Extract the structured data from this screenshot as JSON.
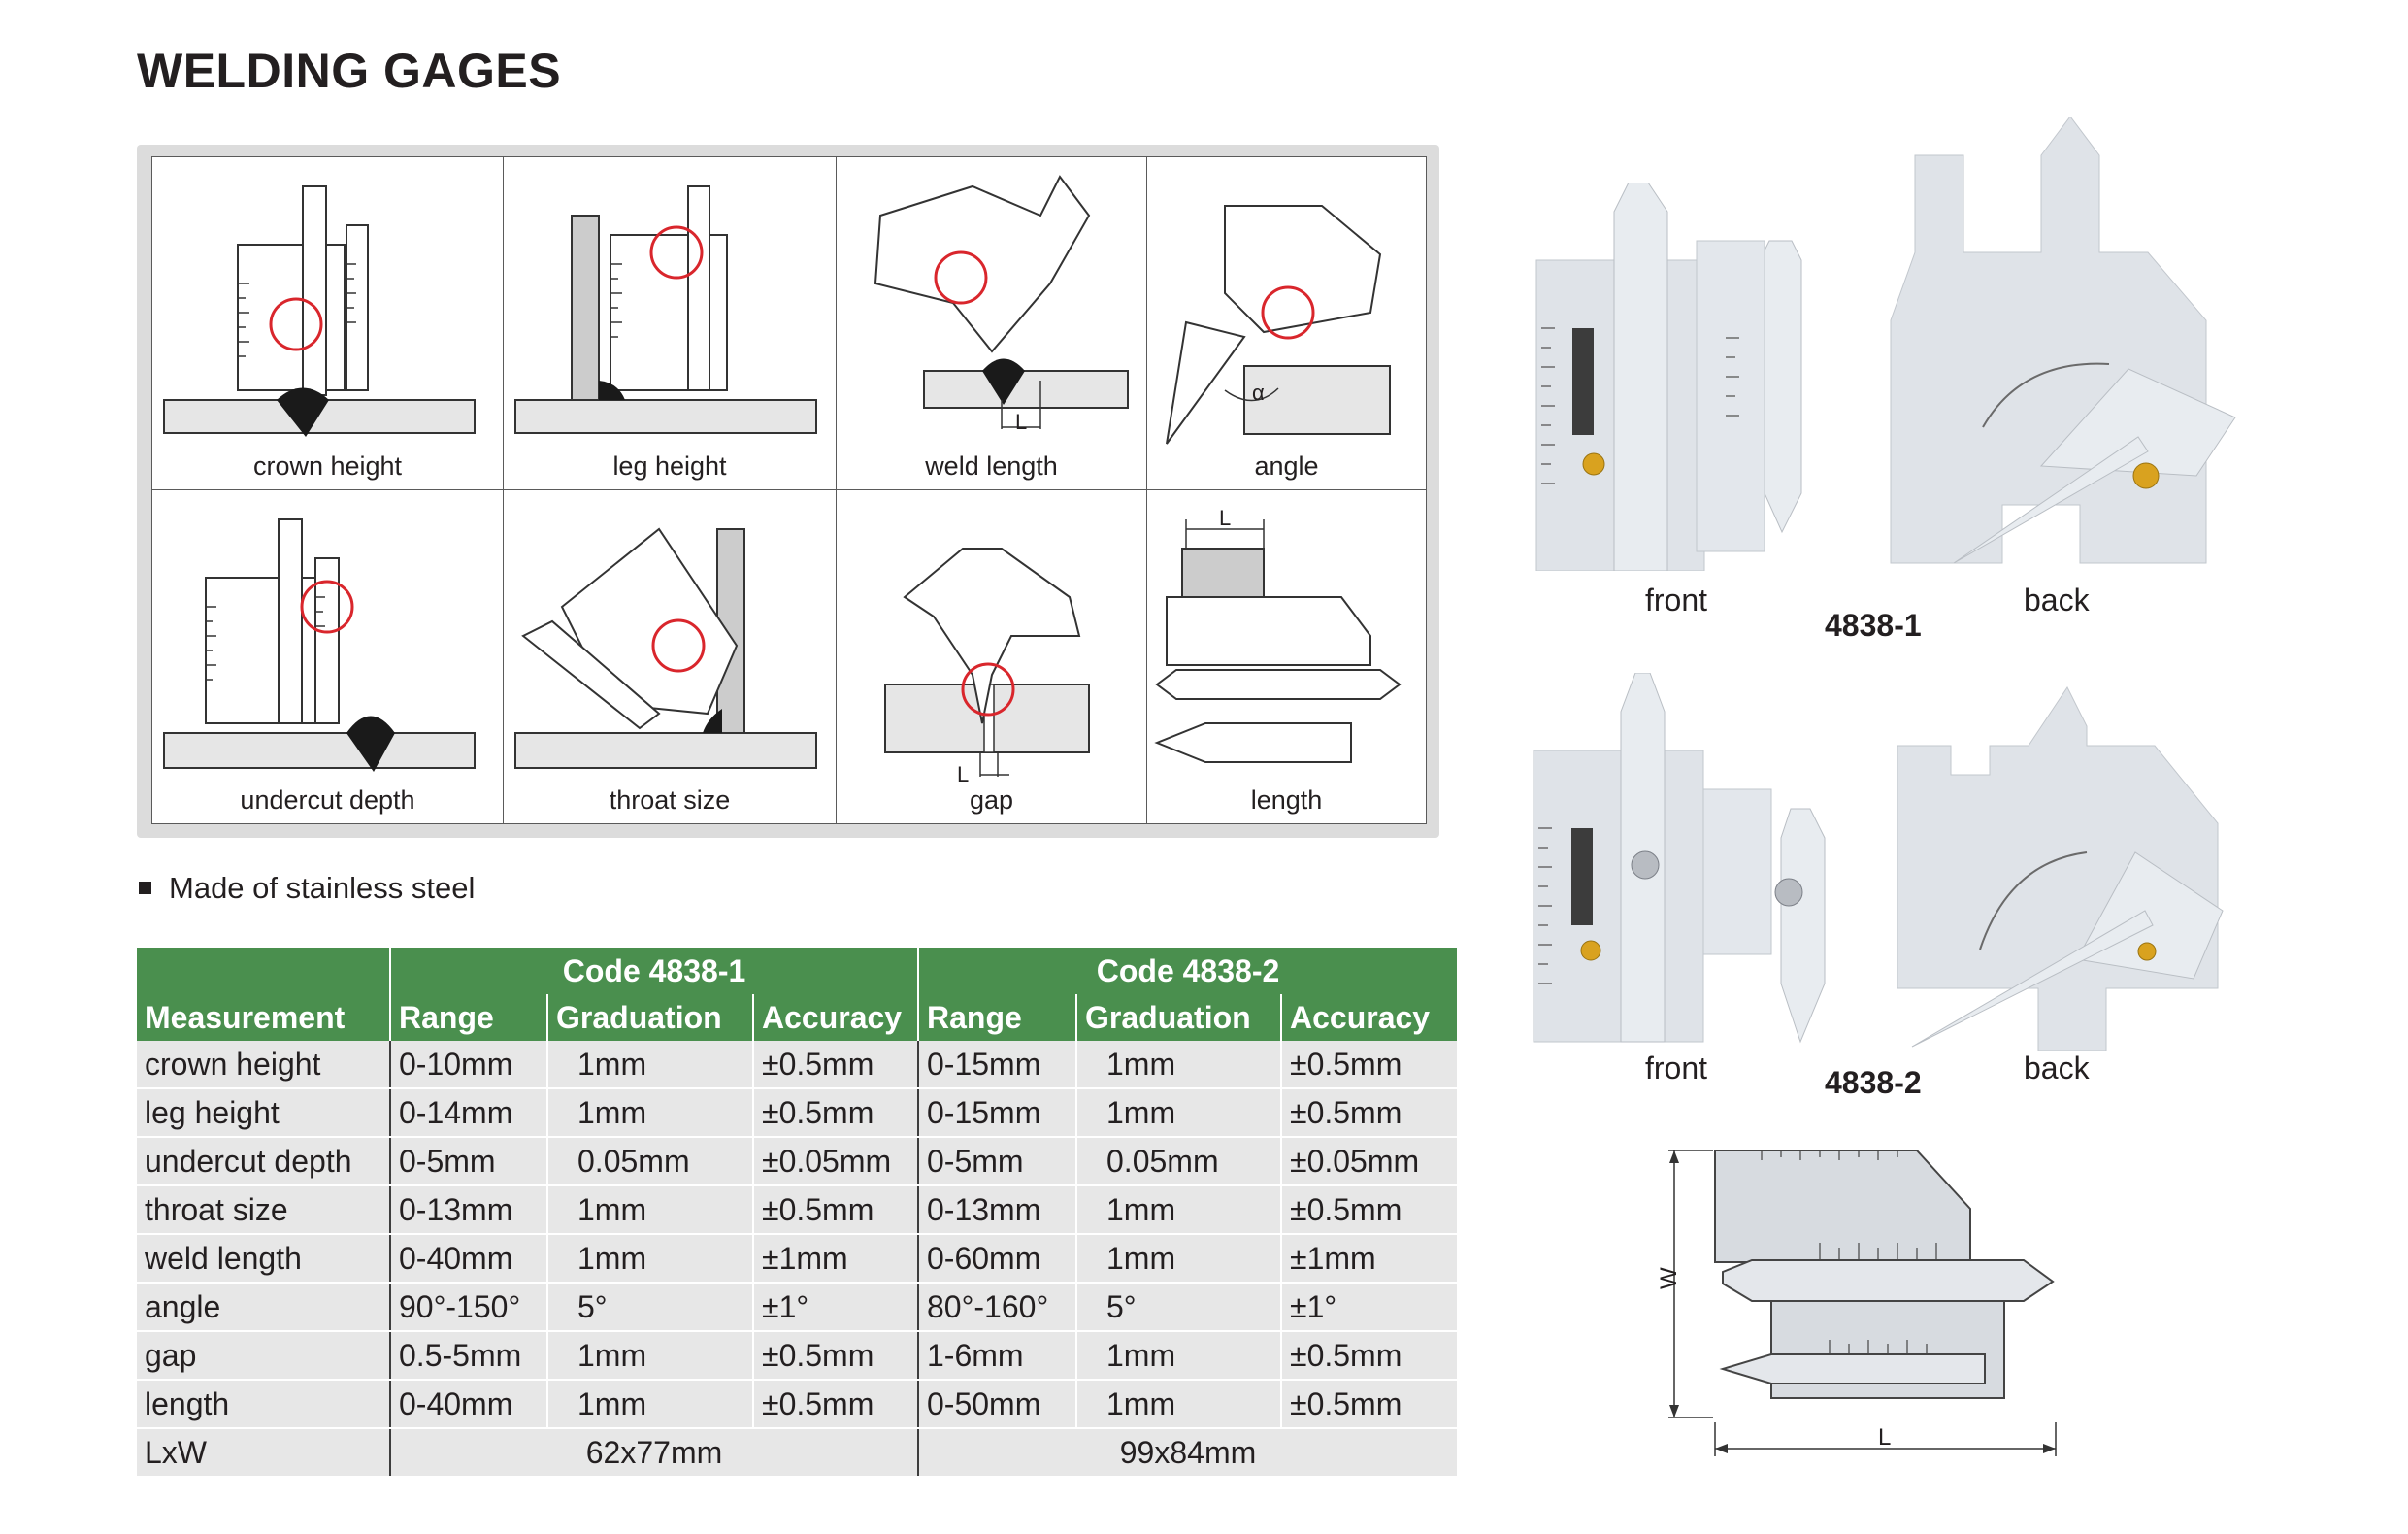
{
  "title": "WELDING GAGES",
  "methods": [
    "crown height",
    "leg height",
    "weld length",
    "angle",
    "undercut depth",
    "throat size",
    "gap",
    "length"
  ],
  "diagram_marks": {
    "weld_length": "L",
    "angle": "α",
    "gap": "L",
    "length": "L"
  },
  "note": "Made of stainless steel",
  "table": {
    "code1": "Code 4838-1",
    "code2": "Code 4838-2",
    "headers": [
      "Measurement",
      "Range",
      "Graduation",
      "Accuracy",
      "Range",
      "Graduation",
      "Accuracy"
    ],
    "rows": [
      [
        "crown height",
        "0-10mm",
        "1mm",
        "±0.5mm",
        "0-15mm",
        "1mm",
        "±0.5mm"
      ],
      [
        "leg height",
        "0-14mm",
        "1mm",
        "±0.5mm",
        "0-15mm",
        "1mm",
        "±0.5mm"
      ],
      [
        "undercut depth",
        "0-5mm",
        "0.05mm",
        "±0.05mm",
        "0-5mm",
        "0.05mm",
        "±0.05mm"
      ],
      [
        "throat size",
        "0-13mm",
        "1mm",
        "±0.5mm",
        "0-13mm",
        "1mm",
        "±0.5mm"
      ],
      [
        "weld length",
        "0-40mm",
        "1mm",
        "±1mm",
        "0-60mm",
        "1mm",
        "±1mm"
      ],
      [
        "angle",
        "90°-150°",
        "5°",
        "±1°",
        "80°-160°",
        "5°",
        "±1°"
      ],
      [
        "gap",
        "0.5-5mm",
        "1mm",
        "±0.5mm",
        "1-6mm",
        "1mm",
        "±0.5mm"
      ],
      [
        "length",
        "0-40mm",
        "1mm",
        "±0.5mm",
        "0-50mm",
        "1mm",
        "±0.5mm"
      ]
    ],
    "lxw_label": "LxW",
    "lxw1": "62x77mm",
    "lxw2": "99x84mm"
  },
  "products": {
    "p1": {
      "code": "4838-1",
      "front": "front",
      "back": "back"
    },
    "p2": {
      "code": "4838-2",
      "front": "front",
      "back": "back"
    }
  },
  "dimension": {
    "w": "W",
    "l": "L"
  },
  "colors": {
    "table_header": "#4a8f4e",
    "row_bg": "#e7e7e7",
    "marker": "#d9262c",
    "steel": "#dfe3e8"
  }
}
